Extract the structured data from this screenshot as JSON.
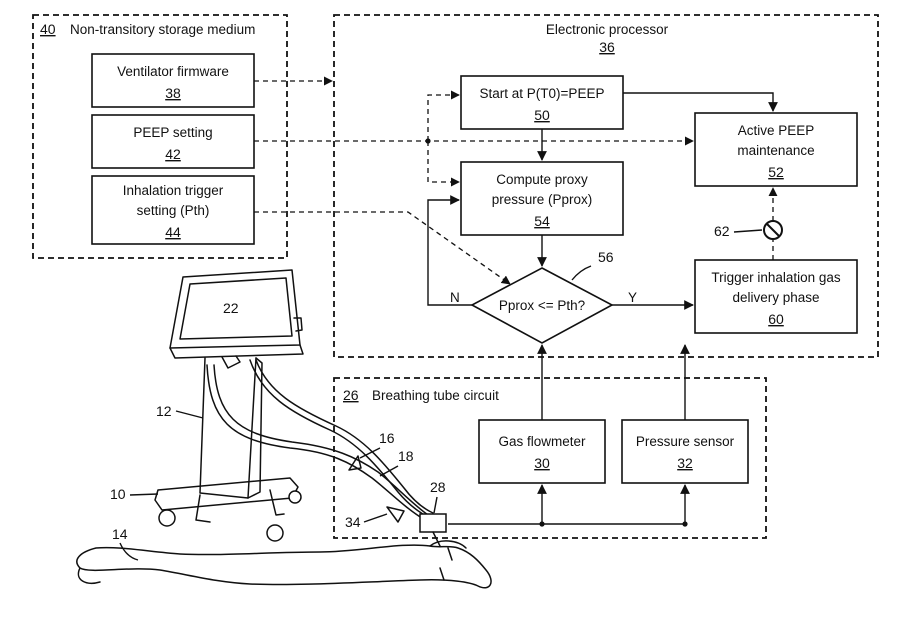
{
  "containers": {
    "storage": {
      "ref": "40",
      "title": "Non-transitory storage medium"
    },
    "processor": {
      "title": "Electronic processor",
      "ref": "36"
    },
    "breathing": {
      "ref": "26",
      "title": "Breathing tube circuit"
    }
  },
  "storage_items": [
    {
      "line1": "Ventilator firmware",
      "line2": "",
      "ref": "38"
    },
    {
      "line1": "PEEP setting",
      "line2": "",
      "ref": "42"
    },
    {
      "line1": "Inhalation trigger",
      "line2": "setting (Pth)",
      "ref": "44"
    }
  ],
  "processor_blocks": {
    "start": {
      "line1": "Start at P(T0)=PEEP",
      "ref": "50"
    },
    "compute": {
      "line1": "Compute proxy",
      "line2": "pressure (Pprox)",
      "ref": "54"
    },
    "active": {
      "line1": "Active PEEP",
      "line2": "maintenance",
      "ref": "52"
    },
    "trigger": {
      "line1": "Trigger inhalation gas",
      "line2": "delivery phase",
      "ref": "60"
    },
    "decision": {
      "text": "Pprox <= Pth?",
      "ref": "56",
      "no": "N",
      "yes": "Y"
    },
    "inhibit_ref": "62"
  },
  "sensors": {
    "flowmeter": {
      "label": "Gas flowmeter",
      "ref": "30"
    },
    "pressure": {
      "label": "Pressure sensor",
      "ref": "32"
    }
  },
  "illustration_refs": {
    "monitor": "22",
    "stand": "12",
    "base": "10",
    "patient": "14",
    "tube_a": "16",
    "tube_b": "18",
    "connector": "28",
    "junction": "34"
  }
}
